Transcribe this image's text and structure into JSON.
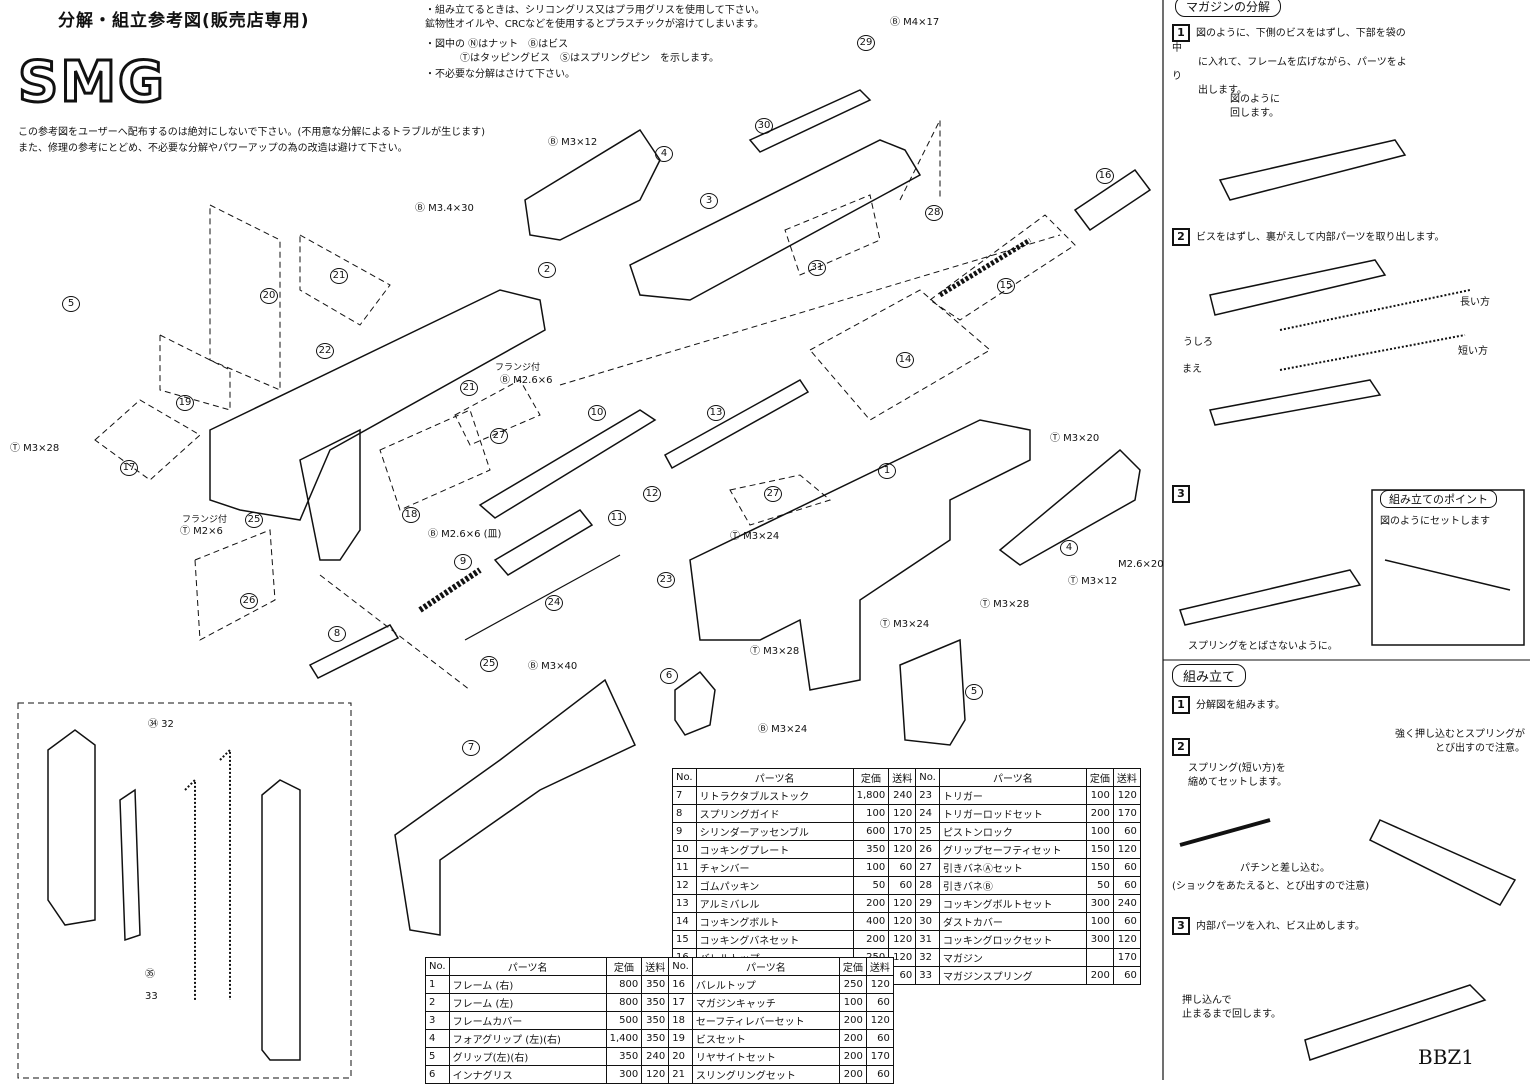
{
  "header": {
    "title": "分解・組立参考図(販売店専用)",
    "logo": "SMG",
    "warning1": "この参考図をユーザーへ配布するのは絶対にしないで下さい。(不用意な分解によるトラブルが生じます)",
    "warning2": "また、修理の参考にとどめ、不必要な分解やパワーアップの為の改造は避けて下さい。",
    "note1": "・組み立てるときは、シリコングリス又はプラ用グリスを使用して下さい。",
    "note2": "鉱物性オイルや、CRCなどを使用するとプラスチックが溶けてしまいます。",
    "note3": "・図中の Ⓝはナット　Ⓑはビス",
    "note4": "Ⓣはタッピングビス　Ⓢはスプリングピン　を示します。",
    "note5": "・不必要な分解はさけて下さい。"
  },
  "labels": {
    "m4x17": "Ⓑ M4×17",
    "m3x12a": "Ⓑ M3×12",
    "m34x30": "Ⓑ M3.4×30",
    "flange1": "フランジ付",
    "m26x6": "Ⓑ M2.6×6",
    "m3x28a": "Ⓣ M3×28",
    "flange2": "フランジ付",
    "m2x6": "Ⓣ M2×6",
    "m26x6b": "Ⓑ M2.6×6 (皿)",
    "m3x20": "Ⓣ M3×20",
    "m3x24a": "Ⓣ M3×24",
    "m3x28b": "Ⓣ M3×28",
    "m3x24b": "Ⓣ M3×24",
    "m3x28c": "Ⓣ M3×28",
    "m3x12b": "Ⓣ M3×12",
    "m26x20": "M2.6×20",
    "m3x40": "Ⓑ M3×40",
    "m3x24c": "Ⓑ M3×24",
    "p34": "㉞ 32",
    "p35": "㉟",
    "p33": "33",
    "sig": "BBZ1"
  },
  "parts": [
    "1",
    "2",
    "3",
    "4",
    "5",
    "6",
    "7",
    "8",
    "9",
    "10",
    "11",
    "12",
    "13",
    "14",
    "15",
    "16",
    "17",
    "18",
    "19",
    "20",
    "21",
    "22",
    "23",
    "24",
    "25",
    "26",
    "27",
    "28",
    "29",
    "30",
    "31"
  ],
  "table_left": {
    "headers": [
      "No.",
      "パーツ名",
      "定価",
      "送料",
      "No.",
      "パーツ名",
      "定価",
      "送料"
    ],
    "rows": [
      [
        "1",
        "フレーム (右)",
        "800",
        "350",
        "16",
        "バレルトップ",
        "250",
        "120"
      ],
      [
        "2",
        "フレーム (左)",
        "800",
        "350",
        "17",
        "マガジンキャッチ",
        "100",
        "60"
      ],
      [
        "3",
        "フレームカバー",
        "500",
        "350",
        "18",
        "セーフティレバーセット",
        "200",
        "120"
      ],
      [
        "4",
        "フォアグリップ (左)(右)",
        "1,400",
        "350",
        "19",
        "ビスセット",
        "200",
        "60"
      ],
      [
        "5",
        "グリップ(左)(右)",
        "350",
        "240",
        "20",
        "リヤサイトセット",
        "200",
        "170"
      ],
      [
        "6",
        "インナグリス",
        "300",
        "120",
        "21",
        "スリングリングセット",
        "200",
        "60"
      ]
    ]
  },
  "table_right": {
    "headers": [
      "No.",
      "パーツ名",
      "定価",
      "送料",
      "No.",
      "パーツ名",
      "定価",
      "送料"
    ],
    "rows": [
      [
        "7",
        "リトラクタブルストック",
        "1,800",
        "240",
        "23",
        "トリガー",
        "100",
        "120"
      ],
      [
        "8",
        "スプリングガイド",
        "100",
        "120",
        "24",
        "トリガーロッドセット",
        "200",
        "170"
      ],
      [
        "9",
        "シリンダーアッセンブル",
        "600",
        "170",
        "25",
        "ピストンロック",
        "100",
        "60"
      ],
      [
        "10",
        "コッキングプレート",
        "350",
        "120",
        "26",
        "グリップセーフティセット",
        "150",
        "120"
      ],
      [
        "11",
        "チャンバー",
        "100",
        "60",
        "27",
        "引きバネⒶセット",
        "150",
        "60"
      ],
      [
        "12",
        "ゴムパッキン",
        "50",
        "60",
        "28",
        "引きバネⒷ",
        "50",
        "60"
      ],
      [
        "13",
        "アルミバレル",
        "200",
        "120",
        "29",
        "コッキングボルトセット",
        "300",
        "240"
      ],
      [
        "14",
        "コッキングボルト",
        "400",
        "120",
        "30",
        "ダストカバー",
        "100",
        "60"
      ],
      [
        "15",
        "コッキングバネセット",
        "200",
        "120",
        "31",
        "コッキングロックセット",
        "300",
        "120"
      ],
      [
        "16",
        "バレルトップ",
        "250",
        "120",
        "32",
        "マガジン",
        "",
        "170"
      ],
      [
        "17",
        "マガジンキャッチ",
        "100",
        "60",
        "33",
        "マガジンスプリング",
        "200",
        "60"
      ]
    ]
  },
  "right_panel": {
    "mag_title": "マガジンの分解",
    "s1": "1",
    "s1_text1": "図のように、下側のビスをはずし、下部を袋の中",
    "s1_text2": "に入れて、フレームを広げながら、パーツをより",
    "s1_text3": "出します。",
    "s1_inner1": "図のように",
    "s1_inner2": "回します。",
    "s2": "2",
    "s2_text": "ビスをはずし、裏がえして内部パーツを取り出します。",
    "long": "長い方",
    "short": "短い方",
    "back": "うしろ",
    "front": "まえ",
    "s3": "3",
    "point_title": "組み立てのポイント",
    "point_text": "図のようにセットします",
    "no_fly": "スプリングをとばさないように。",
    "assembly_title": "組み立て",
    "a1": "1",
    "a1_text": "分解図を組みます。",
    "a2": "2",
    "a2_warn1": "強く押し込むとスプリングが",
    "a2_warn2": "とび出すので注意。",
    "a2_text1": "スプリング(短い方)を",
    "a2_text2": "縮めてセットします。",
    "a2_text3": "パチンと差し込む。",
    "a2_text4": "(ショックをあたえると、とび出すので注意)",
    "a3": "3",
    "a3_text": "内部パーツを入れ、ビス止めします。",
    "a3_push1": "押し込んで",
    "a3_push2": "止まるまで回します。"
  }
}
